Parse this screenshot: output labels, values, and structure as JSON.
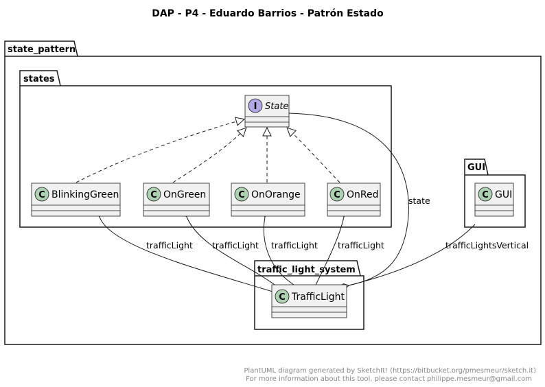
{
  "title": "DAP - P4 - Eduardo Barrios - Patrón Estado",
  "packages": {
    "state_pattern": "state_pattern",
    "states": "states",
    "gui": "GUI",
    "traffic_light_system": "traffic_light_system"
  },
  "interface": {
    "name": "State",
    "stereotype": "I"
  },
  "classes": {
    "blinking_green": "BlinkingGreen",
    "on_green": "OnGreen",
    "on_orange": "OnOrange",
    "on_red": "OnRed",
    "gui": "GUI",
    "traffic_light": "TrafficLight",
    "stereotype": "C"
  },
  "relations": {
    "blinking_green_label": "trafficLight",
    "on_green_label": "trafficLight",
    "on_orange_label": "trafficLight",
    "on_red_label": "trafficLight",
    "gui_label": "trafficLightsVertical",
    "state_label": "state"
  },
  "footer": {
    "line1": "PlantUML diagram generated by SketchIt! (https://bitbucket.org/pmesmeur/sketch.it)",
    "line2": "For more information about this tool, please contact philippe.mesmeur@gmail.com"
  },
  "colors": {
    "class_fill": "#f1f1f1",
    "class_stroke": "#181818",
    "class_circle": "#add1b2",
    "interface_circle": "#b4a7e5",
    "footer_text": "#888888"
  }
}
